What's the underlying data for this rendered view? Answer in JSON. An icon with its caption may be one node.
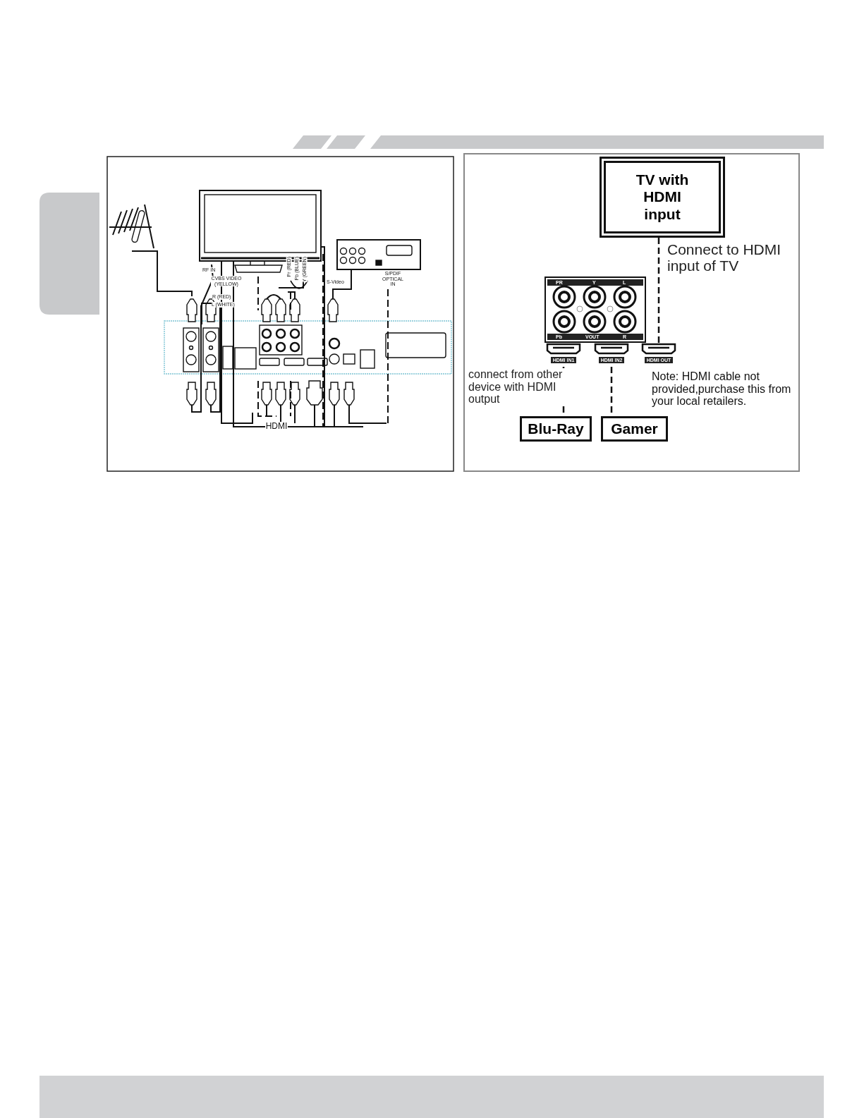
{
  "diagram": {
    "nodes": [
      {
        "text": [
          "TV with HDMI input"
        ]
      },
      {
        "text": [
          "HDMI IN1"
        ]
      },
      {
        "text": [
          "HDMI IN2"
        ]
      },
      {
        "text": [
          "HDMI OUT"
        ]
      },
      {
        "text": [
          "Blu-Ray"
        ]
      },
      {
        "text": [
          "Gamer"
        ]
      }
    ],
    "edges": [
      {
        "from": 0,
        "to": 3,
        "arrow": "none",
        "style": "dashed",
        "label": "Connect to HDMI input of TV"
      },
      {
        "from": 1,
        "to": 4,
        "arrow": "none",
        "style": "dashed",
        "label": "connect from other device with HDMI output"
      },
      {
        "from": 2,
        "to": 5,
        "arrow": "none",
        "style": "dashed"
      }
    ],
    "labels": [
      "RF IN",
      "CVBS VIDEO (YELLOW)",
      "R (RED)",
      "L (WHITE)",
      "Pr (RED)",
      "Pb (BLUE)",
      "Y (GREEN)",
      "S-Video",
      "S/PDIF OPTICAL IN",
      "HDMI",
      "PR",
      "Y",
      "L",
      "Pb",
      "VOUT",
      "R",
      "Note: HDMI cable not provided,purchase this from your local retailers."
    ]
  }
}
